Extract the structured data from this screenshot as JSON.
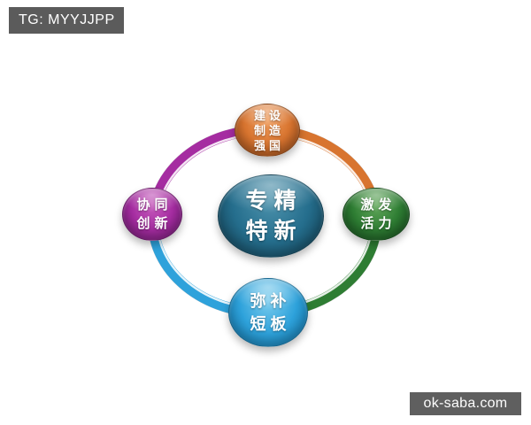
{
  "tag": {
    "label": "TG: MYYJJPP",
    "bg_color": "#5b5b5b",
    "text_color": "#ffffff"
  },
  "watermark": {
    "label": "ok-saba.com",
    "bg_color": "#5f5f5f",
    "text_color": "#ffffff"
  },
  "diagram": {
    "type": "cycle-ring",
    "center": {
      "label": "专精特新",
      "lines": [
        "专精",
        "特新"
      ],
      "colors": {
        "light": "#4e93ad",
        "base": "#256e8d",
        "dark": "#113d50"
      }
    },
    "nodes": {
      "top": {
        "label": "建设制造强国",
        "lines": [
          "建设",
          "制造",
          "强国"
        ],
        "colors": {
          "light": "#f09c5b",
          "base": "#d8742f",
          "dark": "#92491a"
        }
      },
      "right": {
        "label": "激发活力",
        "lines": [
          "激发",
          "活力"
        ],
        "colors": {
          "light": "#63a95c",
          "base": "#2e7d33",
          "dark": "#14491b"
        }
      },
      "bottom": {
        "label": "弥补短板",
        "lines": [
          "弥补",
          "短板"
        ],
        "colors": {
          "light": "#7ccdee",
          "base": "#2ea2db",
          "dark": "#0e6fa3"
        }
      },
      "left": {
        "label": "协同创新",
        "lines": [
          "协同",
          "创新"
        ],
        "colors": {
          "light": "#c75bbd",
          "base": "#a52ca1",
          "dark": "#6b1a6e"
        }
      }
    },
    "ring": {
      "highlight_color": "#ffffff",
      "segments": [
        {
          "from": "top",
          "to": "right",
          "color": "#d8742f"
        },
        {
          "from": "right",
          "to": "bottom",
          "color": "#2e7d33"
        },
        {
          "from": "bottom",
          "to": "left",
          "color": "#2ea2db"
        },
        {
          "from": "left",
          "to": "top",
          "color": "#a52ca1"
        }
      ]
    }
  }
}
